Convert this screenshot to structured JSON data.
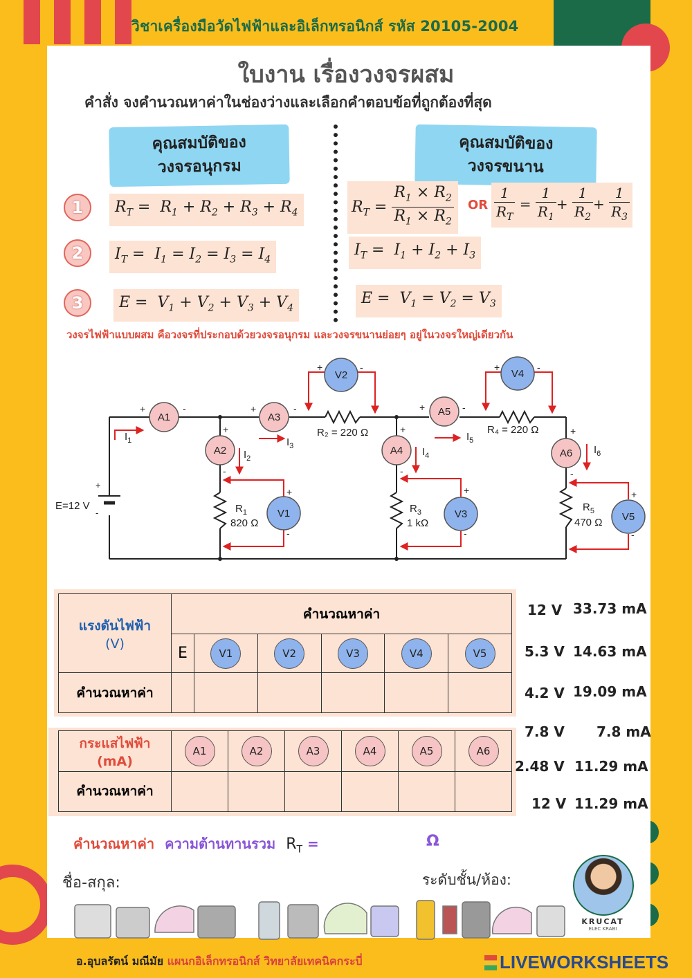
{
  "header": "วิชาเครื่องมือวัดไฟฟ้าและอิเล็กทรอนิกส์  รหัส 20105-2004",
  "title": "ใบงาน เรื่องวงจรผสม",
  "instruction": "คำสั่ง จงคำนวณหาค่าในช่องว่างและเลือกคำตอบข้อที่ถูกต้องที่สุด",
  "series": {
    "heading_1": "คุณสมบัติของ",
    "heading_2": "วงจรอนุกรม",
    "nums": [
      "1",
      "2",
      "3"
    ]
  },
  "parallel": {
    "heading_1": "คุณสมบัติของ",
    "heading_2": "วงจรขนาน",
    "or_label": "OR"
  },
  "note": "วงจรไฟฟ้าแบบผสม คือวงจรที่ประกอบด้วยวงจรอนุกรม และวงจรขนานย่อยๆ อยู่ในวงจรใหญ่เดียวกัน",
  "circuit": {
    "source": "E=12 V",
    "r1": [
      "R",
      "1",
      "820 Ω"
    ],
    "r2": "R₂ = 220 Ω",
    "r3": [
      "R",
      "3",
      "1 kΩ"
    ],
    "r4": "R₄ = 220 Ω",
    "r5": [
      "R",
      "5",
      "470 Ω"
    ],
    "currents": [
      "I1",
      "I2",
      "I3",
      "I4",
      "I5",
      "I6"
    ],
    "ammeters": [
      "A1",
      "A2",
      "A3",
      "A4",
      "A5",
      "A6"
    ],
    "voltmeters": [
      "V1",
      "V2",
      "V3",
      "V4",
      "V5"
    ]
  },
  "voltage_table": {
    "label_1": "แรงดันไฟฟ้า",
    "label_2": "(V)",
    "header": "คำนวณหาค่า",
    "cols": [
      "E",
      "V1",
      "V2",
      "V3",
      "V4",
      "V5"
    ],
    "row_label": "คำนวณหาค่า"
  },
  "current_table": {
    "label_1": "กระแสไฟฟ้า",
    "label_2": "(mA)",
    "cols": [
      "A1",
      "A2",
      "A3",
      "A4",
      "A5",
      "A6"
    ],
    "row_label": "คำนวณหาค่า"
  },
  "answers": [
    {
      "v": "12 V",
      "a": "33.73 mA"
    },
    {
      "v": "5.3 V",
      "a": "14.63 mA"
    },
    {
      "v": "4.2 V",
      "a": "19.09 mA"
    },
    {
      "v": "7.8 V",
      "a": "7.8 mA"
    },
    {
      "v": "2.48 V",
      "a": "11.29 mA"
    },
    {
      "v": "12 V",
      "a": "11.29 mA"
    }
  ],
  "rt_line": {
    "label": "คำนวณหาค่า",
    "desc": "ความต้านทานรวม",
    "sym": "R",
    "sub": "T",
    "eq": "=",
    "unit": "Ω"
  },
  "name_label": "ชื่อ-สกุล:",
  "class_label": "ระดับชั้น/ห้อง:",
  "logo": {
    "top": "KRUCAT",
    "bottom": "ELEC KRABI"
  },
  "footer": {
    "name": "อ.อุบลรัตน์ มณีมัย",
    "dept": "แผนกอิเล็กทรอนิกส์ วิทยาลัยเทคนิคกระบี่"
  },
  "brand": "LIVEWORKSHEETS",
  "colors": {
    "accent": "#fbbd1c",
    "red": "#e14b3b",
    "green": "#1b6b48",
    "blue": "#8fd6f2"
  }
}
